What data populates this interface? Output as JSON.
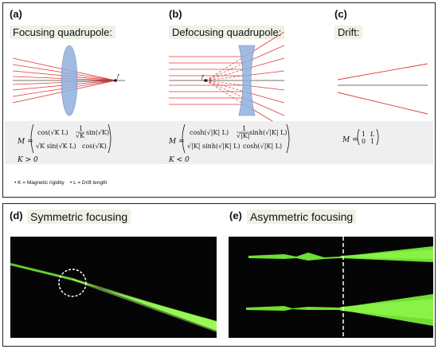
{
  "panels": {
    "a": {
      "tag": "(a)",
      "title": "Focusing quadrupole:",
      "focal_label": "f",
      "matrix_lhs": "M =",
      "m11": "cos(√K L)",
      "m12_num": "1",
      "m12_den": "√K",
      "m12_fn": "sin(√K)",
      "m21": "√K sin(√K L)",
      "m22": "cos(√K)",
      "condition": "K > 0"
    },
    "b": {
      "tag": "(b)",
      "title": "Defocusing quadrupole:",
      "focal_label": "f",
      "matrix_lhs": "M =",
      "m11": "cosh(√|K| L)",
      "m12_num": "1",
      "m12_den": "√|K|",
      "m12_fn": "sinh(√|K| L)",
      "m21": "√|K| sinh(√|K| L)",
      "m22": "cosh(√|K| L)",
      "condition": "K < 0"
    },
    "c": {
      "tag": "(c)",
      "title": "Drift:",
      "matrix_lhs": "M =",
      "m11": "1",
      "m12": "L",
      "m21": "0",
      "m22": "1"
    },
    "d": {
      "tag": "(d)",
      "title": "Symmetric focusing"
    },
    "e": {
      "tag": "(e)",
      "title": "Asymmetric focusing"
    }
  },
  "legend": {
    "k_item": "K = Magnetic rigidity",
    "l_item": "L = Drift length"
  },
  "colors": {
    "ray": "#e03a3a",
    "lens": "#8fb0dd",
    "beam": "#7cf23a",
    "background_dark": "#050505",
    "band": "#efefef"
  }
}
